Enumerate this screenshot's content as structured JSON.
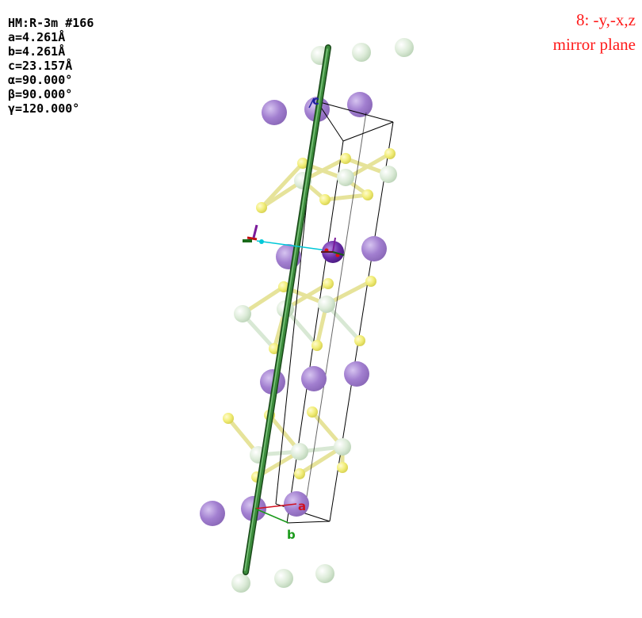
{
  "cell_info": {
    "space_group": "HM:R-3m #166",
    "a": "a=4.261Å",
    "b": "b=4.261Å",
    "c": "c=23.157Å",
    "alpha": "α=90.000°",
    "beta": "β=90.000°",
    "gamma": "γ=120.000°"
  },
  "symmetry": {
    "operation": "8: -y,-x,z",
    "element": "mirror plane"
  },
  "axes": {
    "a": "a",
    "b": "b",
    "c": "c"
  },
  "colors": {
    "purple_atom": "#a27fd0",
    "selected_atom": "#6a2ea8",
    "white_atom": "#dcebd8",
    "yellow_atom": "#f2ee7a",
    "mirror_rod": "#2f7a2f",
    "cell_edges": "#000000",
    "axis_a": "#d01020",
    "axis_b": "#1a9a1a",
    "axis_c": "#2020a0",
    "symop_text": "#ff1a1a"
  }
}
